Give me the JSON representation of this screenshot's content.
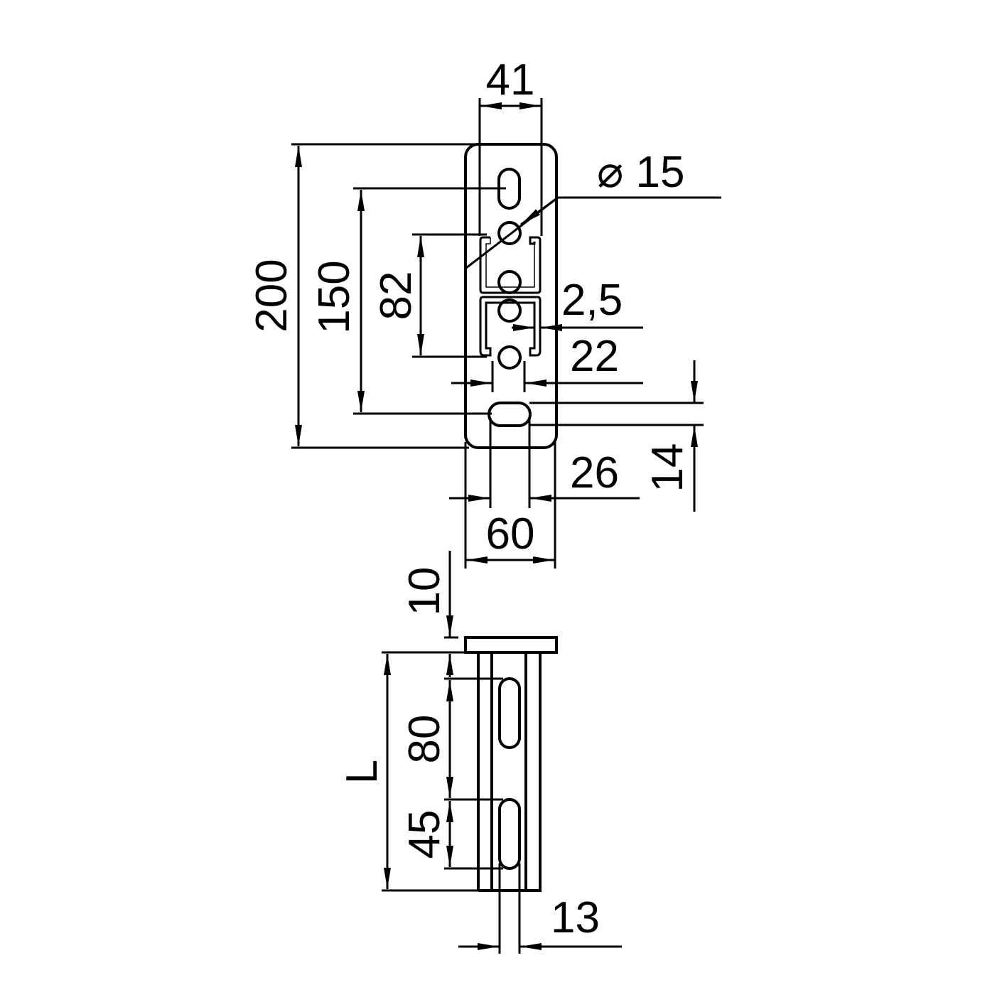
{
  "dimensions": {
    "width_41": "41",
    "diameter_15": "⌀ 15",
    "height_200": "200",
    "height_150": "150",
    "height_82": "82",
    "thickness_2_5": "2,5",
    "width_22": "22",
    "slot_14": "14",
    "slot_26": "26",
    "width_60": "60",
    "plate_10": "10",
    "length_L": "L",
    "slot_spacing_80": "80",
    "slot_length_45": "45",
    "slot_width_13": "13"
  },
  "colors": {
    "line": "#000000",
    "background": "#ffffff"
  }
}
